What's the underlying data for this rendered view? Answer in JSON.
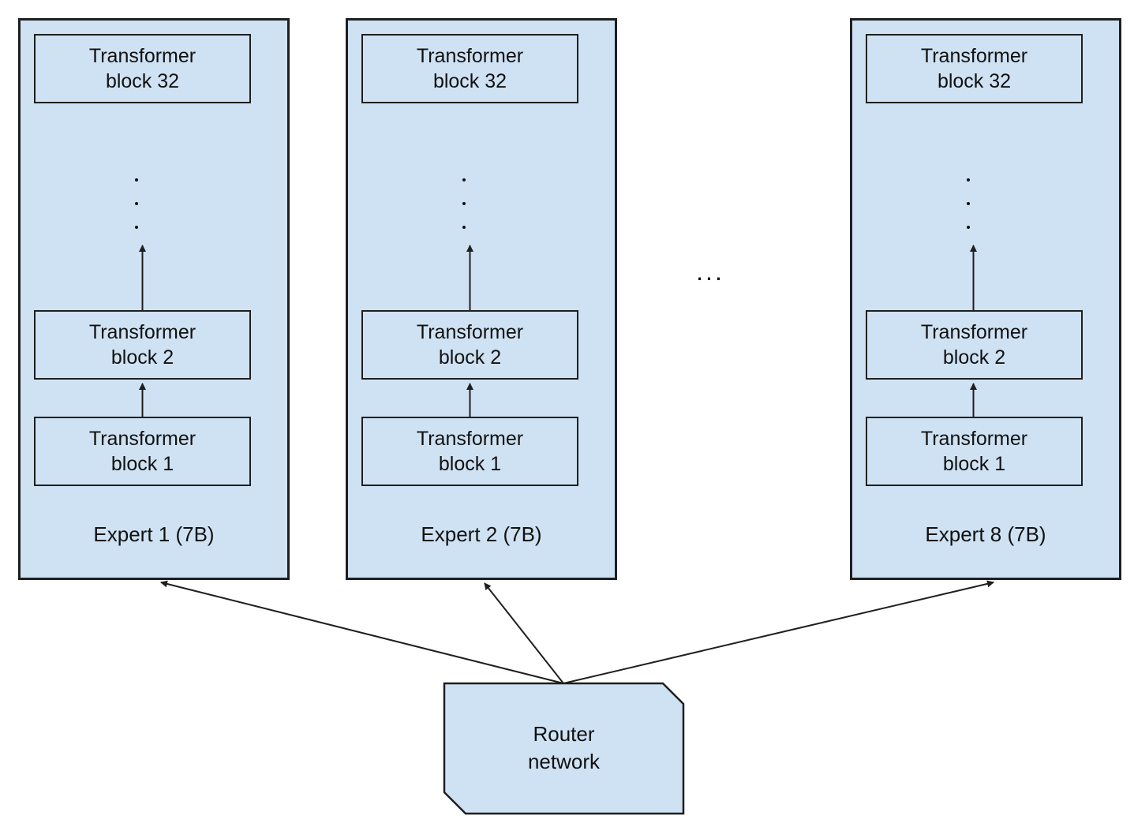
{
  "colors": {
    "shape_fill": "#cfe2f3",
    "shape_border": "#1f1f1f",
    "text": "#111111",
    "background": "#ffffff"
  },
  "diagram": {
    "experts": [
      {
        "label": "Expert 1 (7B)",
        "top_block": {
          "line1": "Transformer",
          "line2": "block 32"
        },
        "mid_block": {
          "line1": "Transformer",
          "line2": "block 2"
        },
        "bottom_block": {
          "line1": "Transformer",
          "line2": "block 1"
        }
      },
      {
        "label": "Expert 2 (7B)",
        "top_block": {
          "line1": "Transformer",
          "line2": "block 32"
        },
        "mid_block": {
          "line1": "Transformer",
          "line2": "block 2"
        },
        "bottom_block": {
          "line1": "Transformer",
          "line2": "block 1"
        }
      },
      {
        "label": "Expert 8 (7B)",
        "top_block": {
          "line1": "Transformer",
          "line2": "block 32"
        },
        "mid_block": {
          "line1": "Transformer",
          "line2": "block 2"
        },
        "bottom_block": {
          "line1": "Transformer",
          "line2": "block 1"
        }
      }
    ],
    "ellipsis": "...",
    "router": {
      "line1": "Router",
      "line2": "network"
    }
  }
}
